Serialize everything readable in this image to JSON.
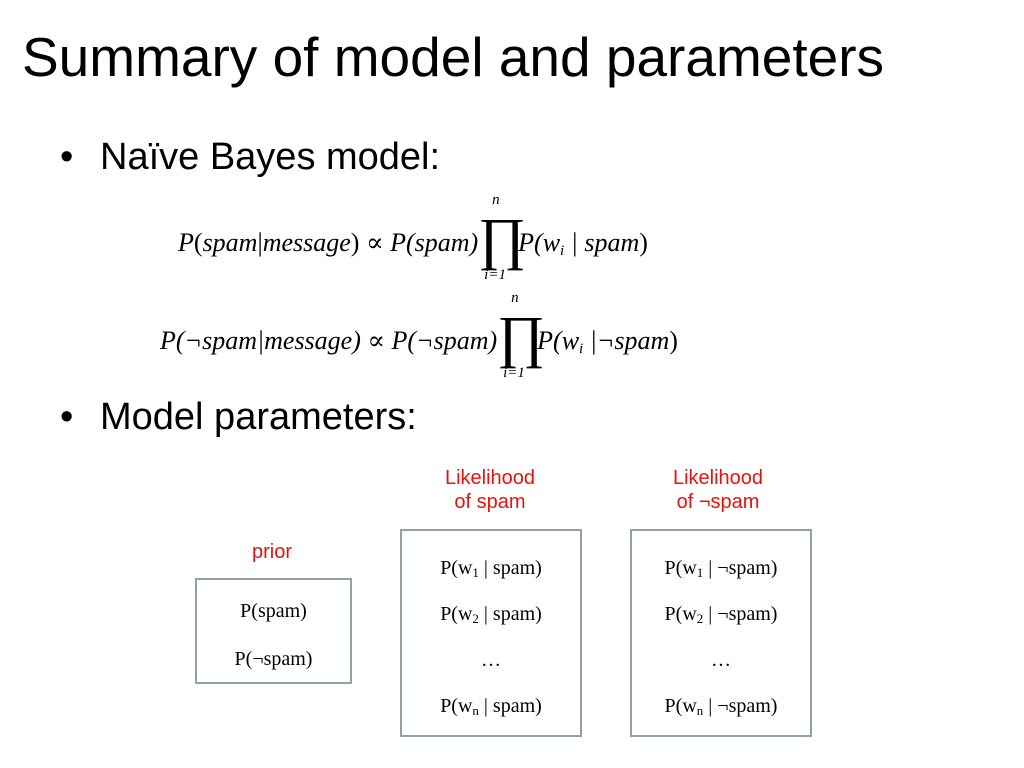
{
  "slide": {
    "title": "Summary of model and parameters",
    "bullets": [
      {
        "text": "Naïve Bayes model:"
      },
      {
        "text": "Model parameters:"
      }
    ]
  },
  "equations": {
    "eq1": {
      "lhs_P": "P",
      "lhs_open": "(",
      "lhs_arg1": "spam",
      "bar": "|",
      "lhs_arg2": "message",
      "lhs_close": ")",
      "propto": "∝",
      "prior": "P(spam)",
      "prod_upper": "n",
      "prod_lower": "i=1",
      "term_P": "P(",
      "term_w": "w",
      "term_sub": "i",
      "term_rest": " | spam",
      "term_close": ")"
    },
    "eq2": {
      "lhs": "P(¬spam|message)",
      "propto": "∝",
      "prior": "P(¬spam)",
      "prod_upper": "n",
      "prod_lower": "i=1",
      "term_P": "P(",
      "term_w": "w",
      "term_sub": "i",
      "term_rest": " |¬spam",
      "term_close": ")"
    }
  },
  "parameters": {
    "prior": {
      "label": "prior",
      "rows": [
        "P(spam)",
        "P(¬spam)"
      ]
    },
    "likelihood_spam": {
      "label_line1": "Likelihood",
      "label_line2": "of spam",
      "rows": [
        {
          "pre": "P(w",
          "sub": "1",
          "post": " | spam)"
        },
        {
          "pre": "P(w",
          "sub": "2",
          "post": " | spam)"
        },
        {
          "pre": "…",
          "sub": "",
          "post": ""
        },
        {
          "pre": "P(w",
          "sub": "n",
          "post": " | spam)"
        }
      ]
    },
    "likelihood_not_spam": {
      "label_line1": "Likelihood",
      "label_line2": "of ¬spam",
      "rows": [
        {
          "pre": "P(w",
          "sub": "1",
          "post": " | ¬spam)"
        },
        {
          "pre": "P(w",
          "sub": "2",
          "post": " | ¬spam)"
        },
        {
          "pre": "…",
          "sub": "",
          "post": ""
        },
        {
          "pre": "P(w",
          "sub": "n",
          "post": " | ¬spam)"
        }
      ]
    }
  },
  "colors": {
    "label_red": "#e8120c",
    "box_border": "#8fa1a9"
  }
}
